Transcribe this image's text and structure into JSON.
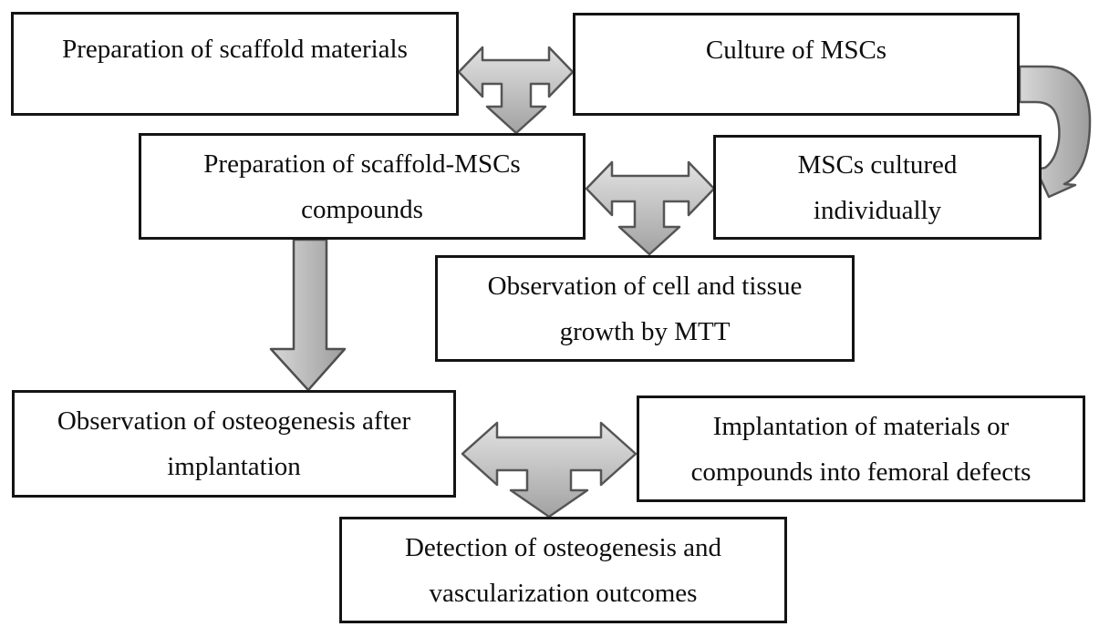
{
  "flowchart": {
    "background_color": "#ffffff",
    "box_style": {
      "border_color": "#141414",
      "fill_color": "#ffffff",
      "text_color": "#0d0d0d"
    },
    "arrow_style": {
      "fill_light": "#e0e0e0",
      "fill_dark": "#a2a2a2",
      "outline_color": "#555555"
    },
    "boxes": [
      {
        "id": "preparation-of-scaffold-materials",
        "lines": [
          "Preparation of scaffold materials"
        ]
      },
      {
        "id": "culture-of-mscs",
        "lines": [
          "Culture of MSCs"
        ]
      },
      {
        "id": "preparation-of-scaffold-mscs-compounds",
        "lines": [
          "Preparation of scaffold-MSCs",
          "compounds"
        ]
      },
      {
        "id": "mscs-cultured-individually",
        "lines": [
          "MSCs cultured",
          "individually"
        ]
      },
      {
        "id": "observation-of-cell-and-tissue-growth-by-mtt",
        "lines": [
          "Observation of cell and tissue",
          "growth by MTT"
        ]
      },
      {
        "id": "observation-of-osteogenesis-after-implantation",
        "lines": [
          "Observation of osteogenesis after",
          "implantation"
        ]
      },
      {
        "id": "implantation-of-materials-or-compounds-into-femoral-defects",
        "lines": [
          "Implantation of materials or",
          "compounds into femoral defects"
        ]
      },
      {
        "id": "detection-of-osteogenesis-and-vascularization-outcomes",
        "lines": [
          "Detection of osteogenesis and",
          "vascularization outcomes"
        ]
      }
    ],
    "connectors": [
      {
        "id": "three-way-arrow-top",
        "type": "double-headed-horizontal-with-down-branch",
        "between": [
          "Preparation of scaffold materials",
          "Culture of MSCs"
        ],
        "down_to": "Preparation of scaffold-MSCs compounds"
      },
      {
        "id": "curved-arrow-right",
        "type": "curved-down",
        "from": "Culture of MSCs",
        "to": "MSCs cultured individually"
      },
      {
        "id": "three-way-arrow-middle",
        "type": "double-headed-horizontal-with-down-branch",
        "between": [
          "Preparation of scaffold-MSCs compounds",
          "MSCs cultured individually"
        ],
        "down_to": "Observation of cell and tissue growth by MTT"
      },
      {
        "id": "straight-down-arrow-left",
        "type": "down",
        "from": "Preparation of scaffold-MSCs compounds",
        "to": "Observation of osteogenesis after implantation"
      },
      {
        "id": "three-way-arrow-bottom",
        "type": "double-headed-horizontal-with-down-branch",
        "between": [
          "Observation of osteogenesis after implantation",
          "Implantation of materials or compounds into femoral defects"
        ],
        "down_to": "Detection of osteogenesis and vascularization outcomes"
      }
    ]
  }
}
